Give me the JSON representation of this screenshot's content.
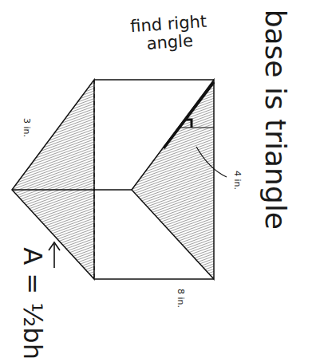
{
  "diagram": {
    "labels": [
      "find right angle",
      "base is triangle",
      "3 in.",
      "4 in.",
      "8 in.",
      "A = ½bh"
    ]
  }
}
